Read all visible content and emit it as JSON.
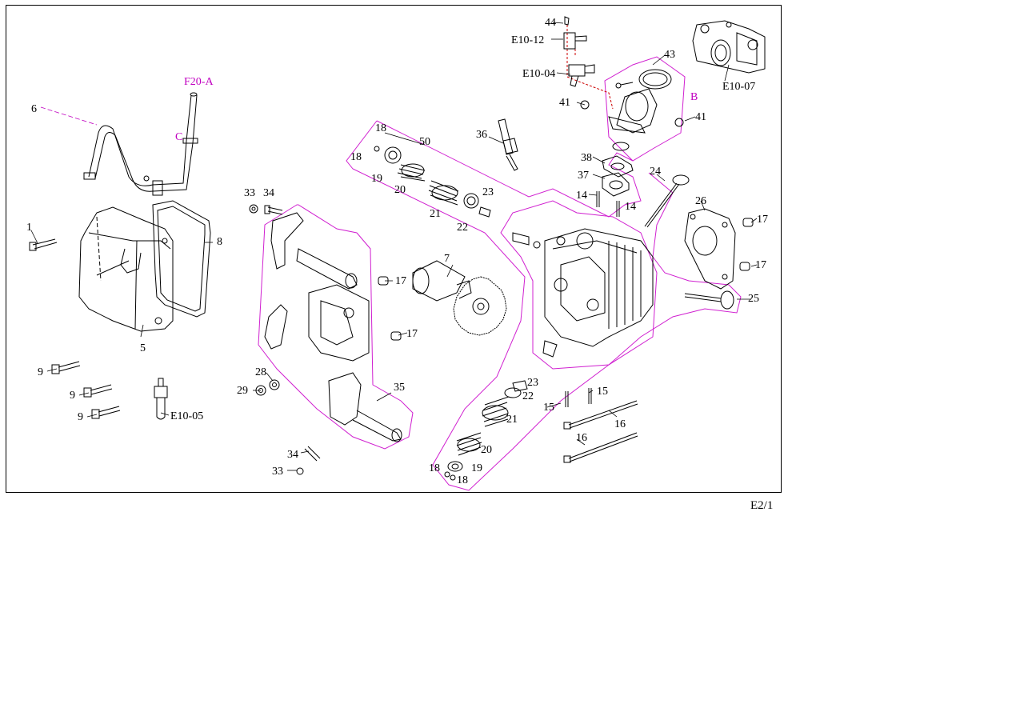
{
  "colors": {
    "line": "#000000",
    "group_outline": "#d020d0",
    "ref_text": "#c000c0",
    "ref_line": "#cc0000"
  },
  "page_ref": "E2/1",
  "refs": {
    "f20a": "F20-A",
    "c": "C",
    "b": "B"
  },
  "labels": {
    "n1": "1",
    "n5": "5",
    "n6": "6",
    "n7": "7",
    "n8": "8",
    "n9a": "9",
    "n9b": "9",
    "n9c": "9",
    "n14a": "14",
    "n14b": "14",
    "n15a": "15",
    "n15b": "15",
    "n16a": "16",
    "n16b": "16",
    "n17a": "17",
    "n17b": "17",
    "n17c": "17",
    "n17d": "17",
    "n18a": "18",
    "n18b": "18",
    "n18c": "18",
    "n18d": "18",
    "n19a": "19",
    "n19b": "19",
    "n20a": "20",
    "n20b": "20",
    "n21a": "21",
    "n21b": "21",
    "n22a": "22",
    "n22b": "22",
    "n23a": "23",
    "n23b": "23",
    "n24": "24",
    "n25": "25",
    "n26": "26",
    "n28": "28",
    "n29": "29",
    "n33a": "33",
    "n33b": "33",
    "n34a": "34",
    "n34b": "34",
    "n35": "35",
    "n36": "36",
    "n37": "37",
    "n38": "38",
    "n41a": "41",
    "n41b": "41",
    "n43": "43",
    "n44": "44",
    "n50": "50",
    "e1004": "E10-04",
    "e1005": "E10-05",
    "e1007": "E10-07",
    "e1012": "E10-12"
  }
}
